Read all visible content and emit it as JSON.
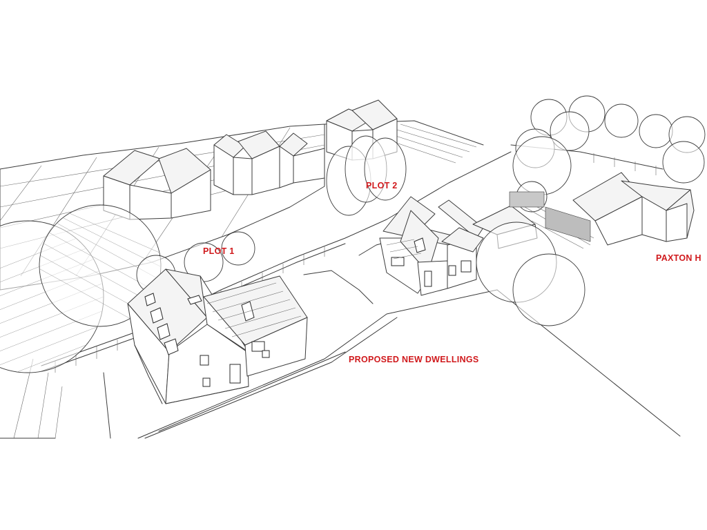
{
  "labels": {
    "plot1": "PLOT 1",
    "plot2": "PLOT 2",
    "proposed": "PROPOSED NEW DWELLINGS",
    "paxton": "PAXTON H"
  },
  "colors": {
    "label": "#d0191c",
    "linework": "#3a3a3a",
    "background": "#ffffff"
  }
}
